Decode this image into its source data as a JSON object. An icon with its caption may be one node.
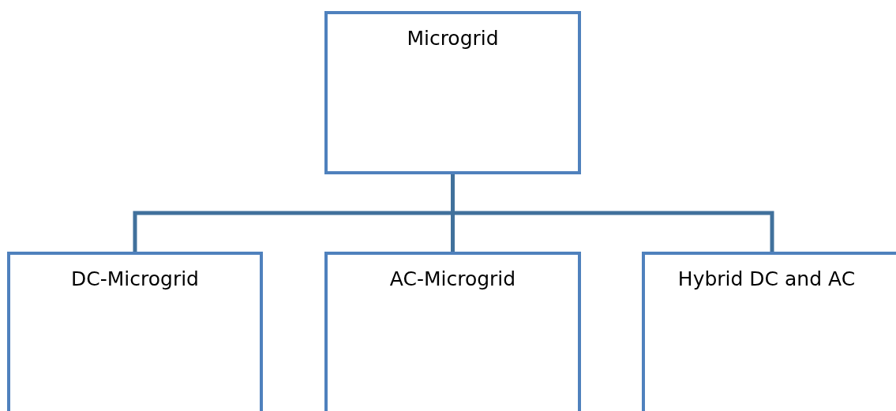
{
  "diagram": {
    "nodes": [
      {
        "text": [
          "Microgrid"
        ]
      },
      {
        "text": [
          "DC-Microgrid"
        ]
      },
      {
        "text": [
          "AC-Microgrid"
        ]
      },
      {
        "text": [
          "Hybrid DC and AC"
        ]
      }
    ],
    "edges": [
      {
        "from": 0,
        "to": 1,
        "arrow": "none"
      },
      {
        "from": 0,
        "to": 2,
        "arrow": "none"
      },
      {
        "from": 0,
        "to": 3,
        "arrow": "none"
      }
    ]
  }
}
